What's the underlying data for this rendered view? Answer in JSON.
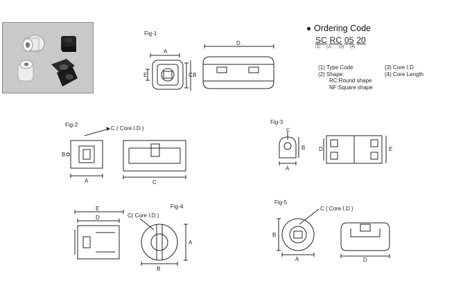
{
  "figures": {
    "fig1": "Fig-1",
    "fig2": "Fig-2",
    "fig3": "Fig-3",
    "fig4": "Fig-4",
    "fig5": "Fig-5"
  },
  "dimension_labels": {
    "a": "A",
    "b": "B",
    "c": "C",
    "d": "D",
    "e": "E",
    "c_core_id": "C ( Core I.D )",
    "c_core_id_alt": "C( Core I.D )",
    "c_core_id_fig5": "C ( Core I.D )"
  },
  "ordering": {
    "title": "Ordering Code",
    "code_parts": [
      "SC",
      "RC",
      "05",
      "20"
    ],
    "code_indices": [
      "(1)",
      "(2)",
      "(3)",
      "(4)"
    ],
    "item1": "(1) Type Code",
    "item2": "(2) Shape:",
    "item3": "(3) Core I.D",
    "item4": "(4) Core Length",
    "shape_rc": "RC:Round shape",
    "shape_nf": "NF:Square shape"
  }
}
